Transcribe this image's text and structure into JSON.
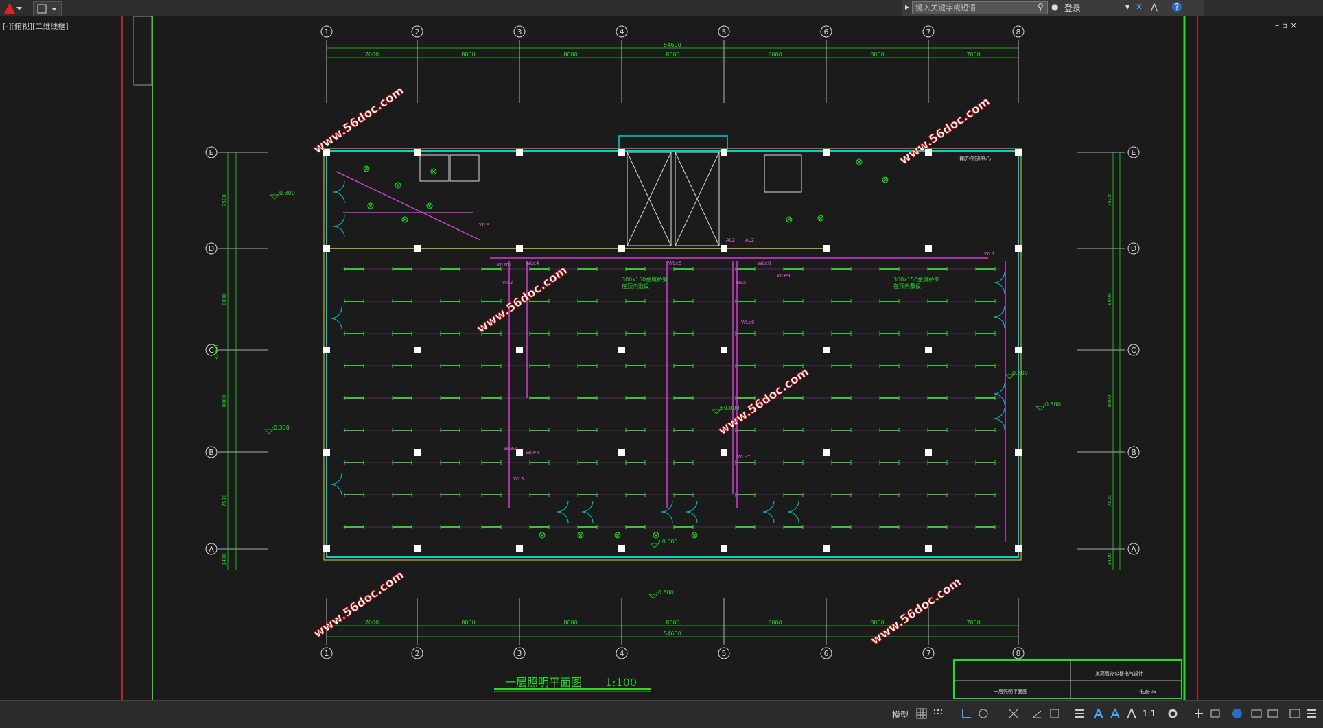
{
  "app": {
    "search_placeholder": "键入关键字或短语",
    "signin_label": "登录",
    "view_label": "[-][俯视][二维线框]"
  },
  "drawing": {
    "title": "一层照明平面图",
    "scale": "1:100",
    "grid_columns": [
      "1",
      "2",
      "3",
      "4",
      "5",
      "6",
      "7",
      "8"
    ],
    "grid_rows": [
      "E",
      "D",
      "C",
      "B",
      "A"
    ],
    "top_spans": [
      "7000",
      "8000",
      "8000",
      "8000",
      "8000",
      "8000",
      "7000"
    ],
    "overall_width": "54600",
    "side_spans": [
      "7500",
      "8000",
      "8000",
      "7500",
      "1400"
    ],
    "side_total": "37900",
    "levels": [
      "-0.300",
      "-0.300",
      "±0.000",
      "±0.000",
      "-0.300",
      "0.300",
      "-0.300"
    ],
    "panel_note_left": "300x150金属桥架\n在顶内敷设",
    "panel_note_right": "300x150金属桥架\n在顶内敷设",
    "room_label_fire_control": "消防控制中心",
    "circuit_labels": [
      "WLm1",
      "WLe4",
      "WLe5",
      "WLe8",
      "WLe9",
      "WL2",
      "WL5",
      "WLe6",
      "WLe3",
      "WLe2",
      "WLe7",
      "WL3",
      "WL7",
      "WLS",
      "AL2",
      "AL2"
    ],
    "title_block": {
      "project": "某高层办公楼电气设计",
      "drawing_name": "一层照明平面图",
      "drawing_no": "电施-03"
    },
    "watermark": "www.56doc.com"
  },
  "statusbar": {
    "model_label": "模型",
    "scale_label": "1:1"
  }
}
